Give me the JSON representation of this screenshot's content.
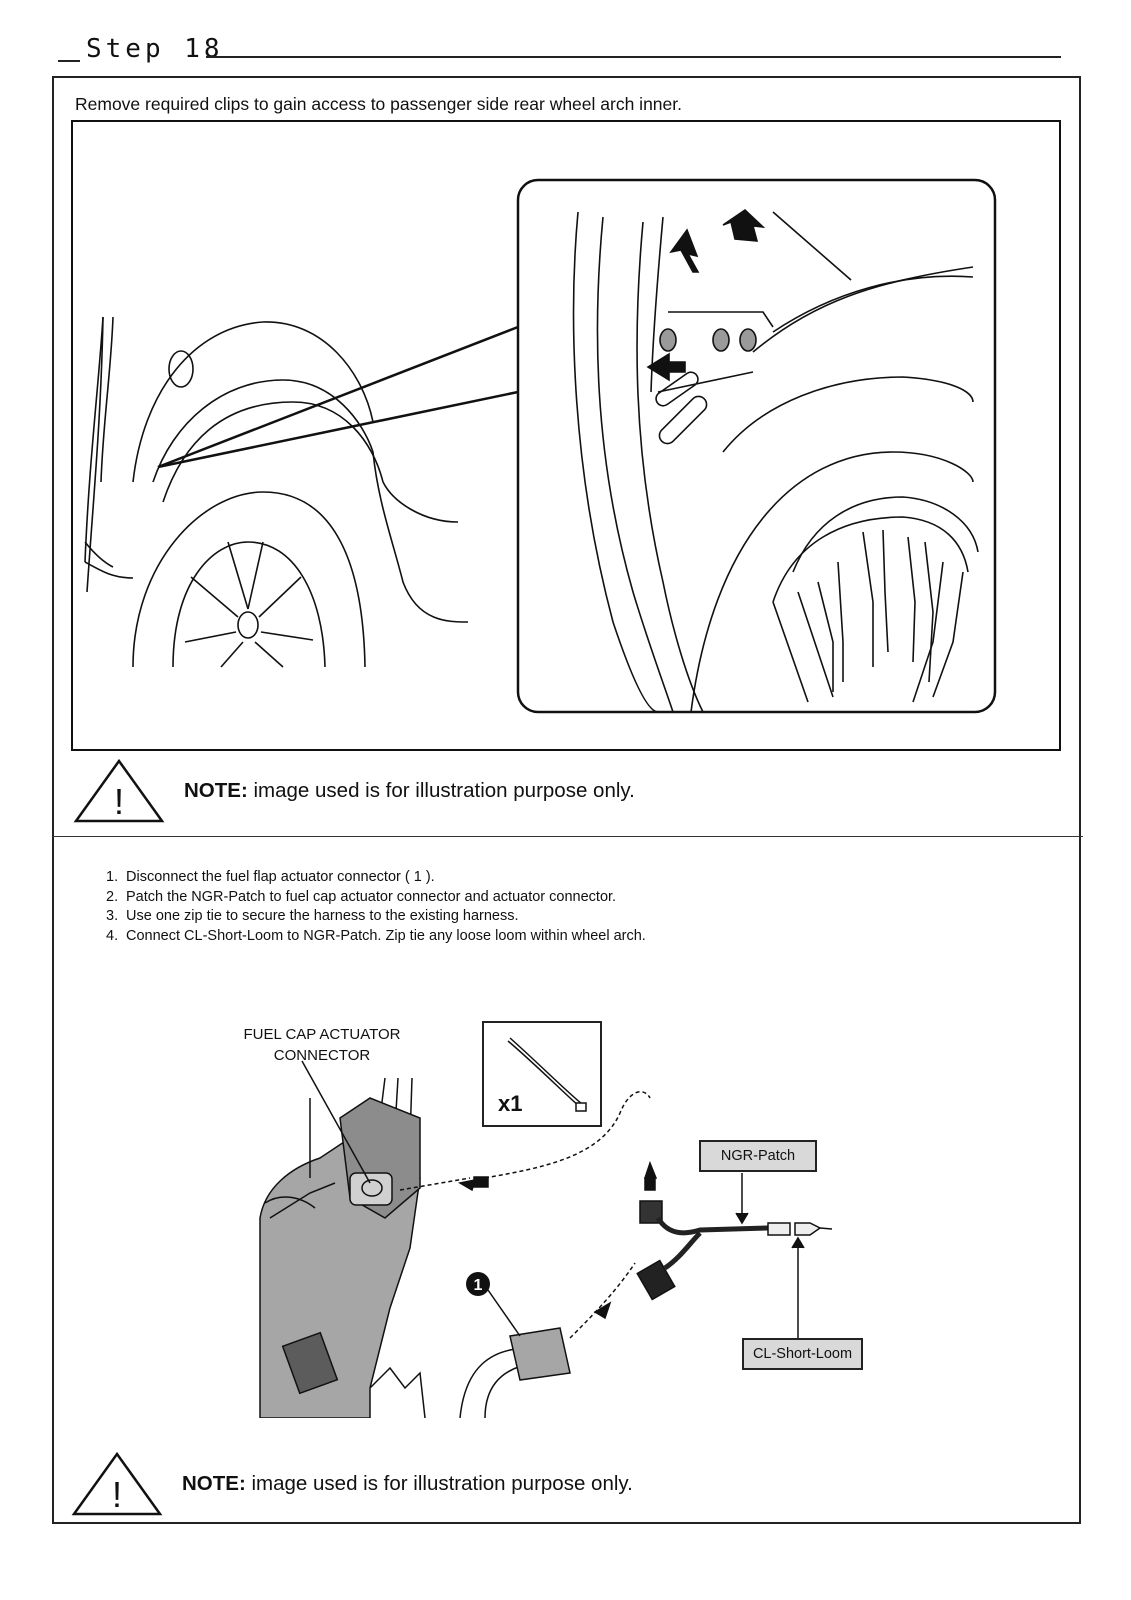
{
  "header": {
    "title": "Step 18"
  },
  "section1": {
    "instruction": "Remove required clips to gain access to passenger side rear wheel arch inner.",
    "note": {
      "label": "NOTE:",
      "text": "image used is for illustration purpose only."
    }
  },
  "section2": {
    "steps": [
      {
        "num": "1.",
        "text": "Disconnect the fuel flap actuator connector ( 1 )."
      },
      {
        "num": "2.",
        "text": "Patch the NGR-Patch to fuel cap actuator connector and actuator connector."
      },
      {
        "num": "3.",
        "text": "Use one zip tie to secure the harness to the existing harness."
      },
      {
        "num": "4.",
        "text": "Connect CL-Short-Loom to NGR-Patch. Zip tie any loose loom within wheel arch."
      }
    ],
    "callouts": {
      "fuel_cap_line1": "FUEL CAP ACTUATOR",
      "fuel_cap_line2": "CONNECTOR",
      "zip_tie_count": "x1",
      "ngr_patch": "NGR-Patch",
      "cl_short_loom": "CL-Short-Loom",
      "marker_number": "1"
    },
    "note": {
      "label": "NOTE:",
      "text": "image used is for illustration purpose only."
    }
  },
  "colors": {
    "line": "#111111",
    "tag_fill": "#d9d9d9",
    "part_gray": "#a6a6a6"
  }
}
